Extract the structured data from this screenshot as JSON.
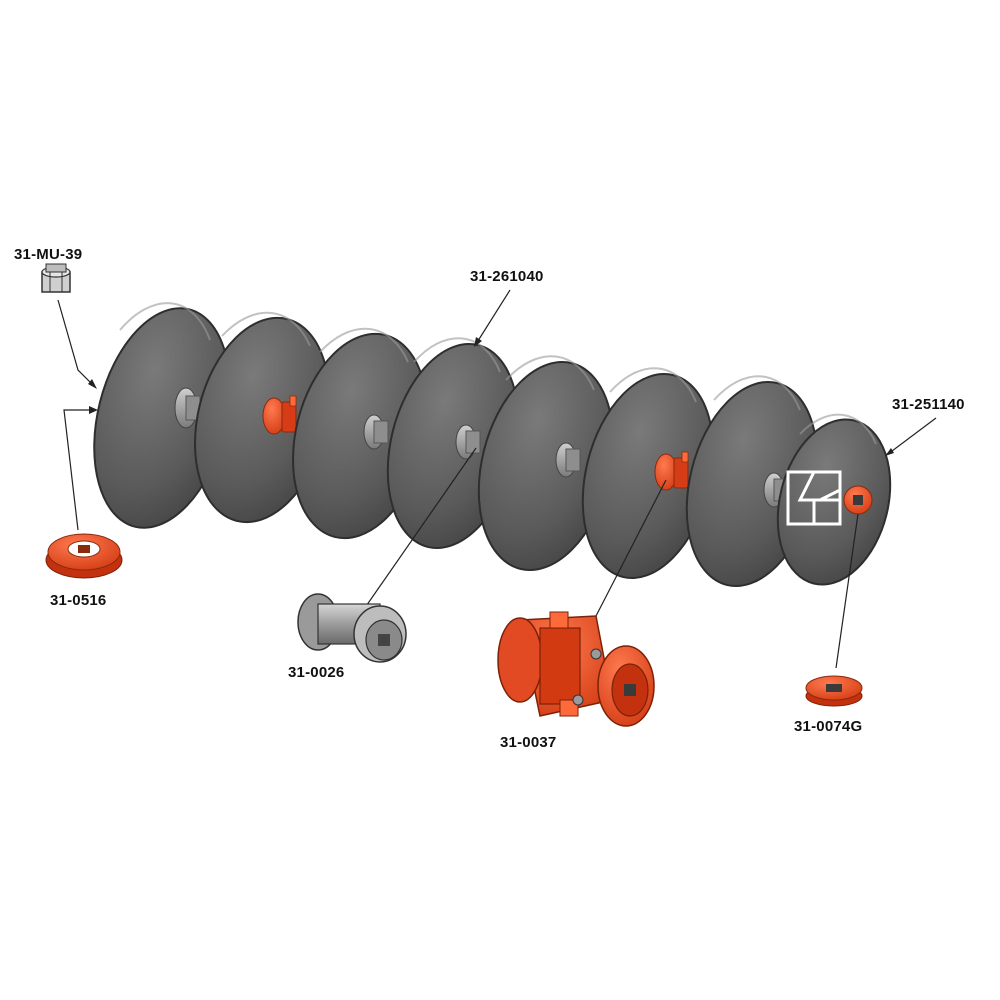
{
  "labels": {
    "nut": "31-MU-39",
    "disc": "31-261040",
    "end_disc": "31-251140",
    "cup_washer": "31-0516",
    "spacer": "31-0026",
    "bearing_housing": "31-0037",
    "end_washer": "31-0074G"
  },
  "colors": {
    "disc_fill": "#5b5b5b",
    "disc_edge": "#2e2e2e",
    "accent_red": "#e0401f",
    "spacer_grey": "#9a9a9a",
    "leader_line": "#222222"
  }
}
